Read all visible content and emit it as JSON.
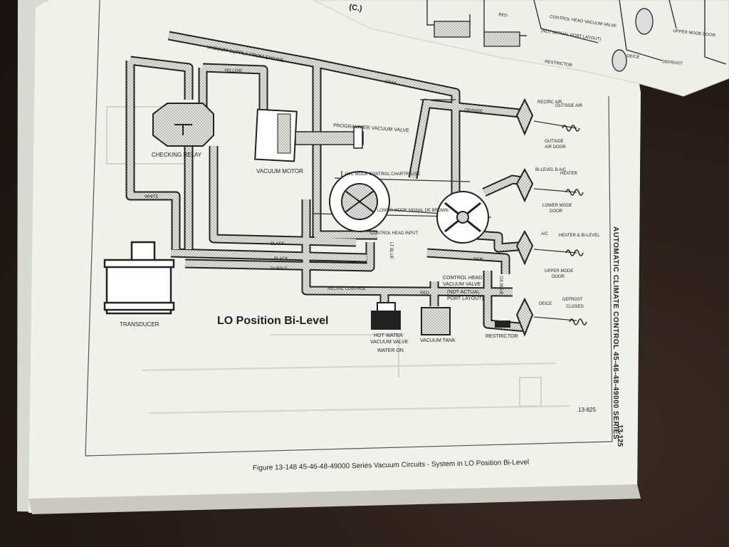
{
  "diagram": {
    "main_label": "LO Position Bi-Level",
    "figure_number": "13-825",
    "caption": "Figure 13-148 45-46-48-49000 Series Vacuum Circuits - System in LO Position Bi-Level",
    "side_header": "AUTOMATIC CLIMATE CONTROL 45-46-48-49000 SERIES",
    "page_number": "13-125",
    "components": {
      "vacuum_supply": "VACUUM SUPPLY FROM ENGINE",
      "checking_relay": "CHECKING RELAY",
      "vacuum_motor": "VACUUM MOTOR",
      "programmer_valve": "PROGRAMMER VACUUM VALVE",
      "transducer": "TRANSDUCER",
      "hot_water_valve_1": "HOT WATER",
      "hot_water_valve_2": "VACUUM VALVE",
      "water_on": "WATER ON",
      "vacuum_tank": "VACUUM TANK",
      "restrictor": "RESTRICTOR",
      "control_head_valve_1": "CONTROL HEAD",
      "control_head_valve_2": "VACUUM VALVE",
      "not_actual_1": "(NOT ACTUAL",
      "not_actual_2": "PORT LAYOUT)",
      "outside_air_door_1": "OUTSIDE",
      "outside_air_door_2": "AIR DOOR",
      "lower_mode_door_1": "LOWER MODE",
      "lower_mode_door_2": "DOOR",
      "upper_mode_door_1": "UPPER MODE",
      "upper_mode_door_2": "DOOR"
    },
    "hose_labels": {
      "yellow": "YELLOW",
      "white": "WHITE",
      "black_1": "BLACK",
      "black_2": "BLACK",
      "purple": "PURPLE",
      "recirc_control": "RECIRC CONTROL",
      "red": "RED",
      "orange": "ORANGE",
      "pink": "PINK",
      "gray": "GRAY",
      "hi_mode_control": "HI/C MODE CONTROL CHARTREUSE",
      "lower_mode_signal": "LOWER MODE SIGNAL DE BROWN",
      "control_head_input": "CONTROL HEAD INPUT",
      "light_blue": "LT BLUE",
      "dark_blue": "DK BLUE"
    },
    "door_labels": {
      "recirc_air": "RECIRC AIR",
      "outside_air": "OUTSIDE AIR",
      "bi_level_ac": "BI-LEVEL B A/C",
      "heater": "HEATER",
      "ac": "A/C",
      "heater_bi_level": "HEATER & BI-LEVEL",
      "deice": "DEICE",
      "defrost": "DEFROST",
      "closed": "CLOSED"
    },
    "background_page_labels": {
      "label_a": "(C.)",
      "label_b": "CONTROL HEAD VACUUM VALVE",
      "label_c": "(NOT ACTUAL PORT LAYOUT)",
      "label_d": "UPPER MODE DOOR",
      "label_e": "DEICE",
      "label_f": "DEFROST",
      "label_g": "RESTRICTOR",
      "label_h": "RED"
    }
  }
}
